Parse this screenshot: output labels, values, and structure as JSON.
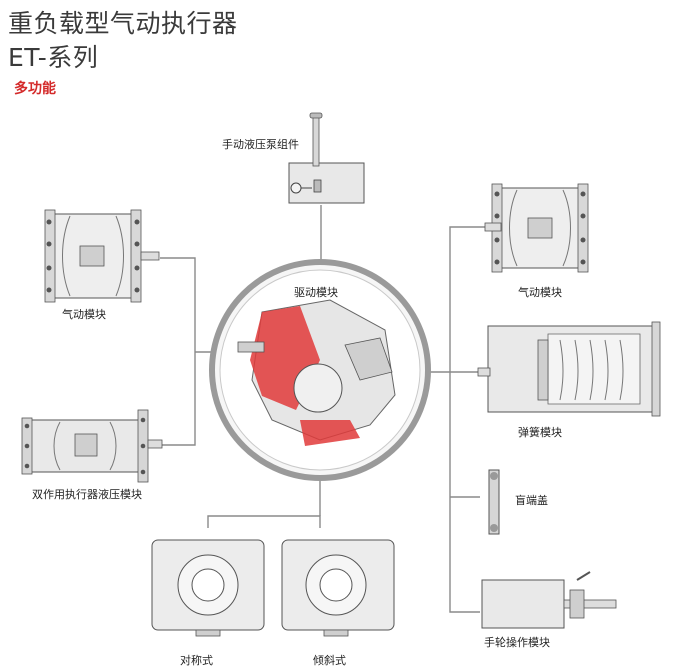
{
  "header": {
    "title": "重负载型气动执行器",
    "series": "ET-系列",
    "subtitle": "多功能"
  },
  "modules": {
    "hydraulic_pump": "手动液压泵组件",
    "drive": "驱动模块",
    "pneumatic_left": "气动模块",
    "double_acting_hydraulic": "双作用执行器液压模块",
    "pneumatic_right": "气动模块",
    "spring": "弹簧模块",
    "end_cap": "盲端盖",
    "handwheel": "手轮操作模块",
    "symmetric": "对称式",
    "canted": "倾斜式"
  },
  "colors": {
    "accent": "#d42a2a",
    "drive_red": "#e03a3a",
    "line": "#8a8a8a",
    "part_fill": "#e8e8e8",
    "part_stroke": "#555555"
  }
}
